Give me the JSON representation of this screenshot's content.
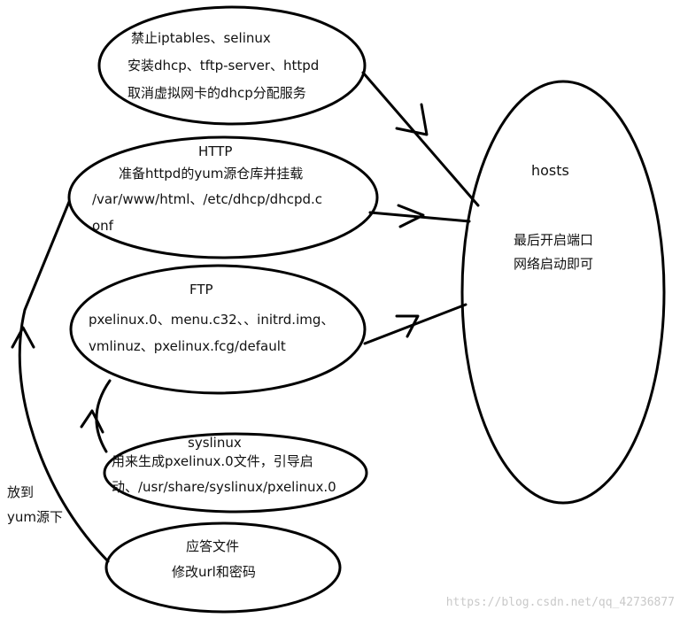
{
  "nodes": {
    "prep": {
      "lines": [
        "禁止iptables、selinux",
        "安装dhcp、tftp-server、httpd",
        "取消虚拟网卡的dhcp分配服务"
      ]
    },
    "http": {
      "title": "HTTP",
      "lines": [
        "准备httpd的yum源仓库并挂载",
        "/var/www/html、/etc/dhcp/dhcpd.c",
        "onf"
      ]
    },
    "ftp": {
      "title": "FTP",
      "lines": [
        "pxelinux.0、menu.c32、、initrd.img、",
        "vmlinuz、pxelinux.fcg/default"
      ]
    },
    "syslinux": {
      "title": "syslinux",
      "lines": [
        "用来生成pxelinux.0文件，引导启",
        "动、/usr/share/syslinux/pxelinux.0"
      ]
    },
    "answer": {
      "lines": [
        "应答文件",
        "修改url和密码"
      ]
    },
    "hosts": {
      "title": "hosts",
      "lines": [
        "最后开启端口",
        "网络启动即可"
      ]
    }
  },
  "side_label": [
    "放到",
    "yum源下"
  ],
  "watermark": "https://blog.csdn.net/qq_42736877",
  "colors": {
    "stroke": "#000000",
    "text": "#111111",
    "watermark": "#c9c9c9"
  }
}
